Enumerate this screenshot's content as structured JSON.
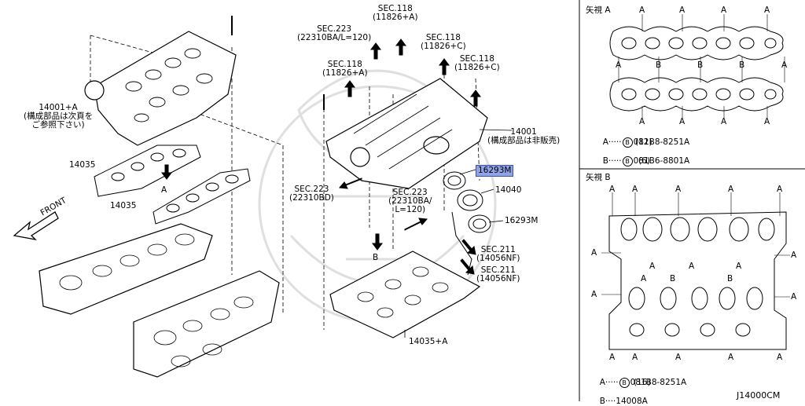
{
  "diagram": {
    "labels": {
      "sec118_top": "SEC.118\n(11826+A)",
      "sec223_top": "SEC.223\n(22310BA/L=120)",
      "sec118_c1": "SEC.118\n(11826+C)",
      "sec118_c2": "SEC.118\n(11826+C)",
      "sec118_a2": "SEC.118\n(11826+A)",
      "p14001a": "14001+A\n(構成部品は次頁を\nご参照下さい)",
      "p14001": "14001\n(構成部品は非販売)",
      "p16293m_hl": "16293M",
      "p14040": "14040",
      "p16293m_2": "16293M",
      "p14035_1": "14035",
      "arrow_a": "A",
      "p14035_2": "14035",
      "front": "FRONT",
      "sec223_left": "SEC.223\n(22310BD)",
      "sec223_mid": "SEC.223\n(22310BA/\nL=120)",
      "arrow_b": "B",
      "sec211_1": "SEC.211\n(14056NF)",
      "sec211_2": "SEC.211\n(14056NF)",
      "p14035a": "14035+A"
    },
    "view_a": {
      "title": "矢視 A",
      "mark_a": "A",
      "mark_b": "B",
      "legend": [
        {
          "key": "A",
          "circle": "B",
          "part": "081B8-8251A",
          "qty": "(12)"
        },
        {
          "key": "B",
          "circle": "B",
          "part": "081B6-8801A",
          "qty": "(6)"
        }
      ]
    },
    "view_b": {
      "title": "矢視 B",
      "mark_a": "A",
      "mark_b": "B",
      "legend": [
        {
          "key": "A",
          "circle": "B",
          "part": "081B8-8251A",
          "qty": "(16)"
        },
        {
          "key": "B",
          "circle": "",
          "part": "14008A",
          "qty": ""
        }
      ]
    },
    "code": "J14000CM",
    "colors": {
      "highlight": "#8fa3e6",
      "line": "#000000"
    }
  }
}
